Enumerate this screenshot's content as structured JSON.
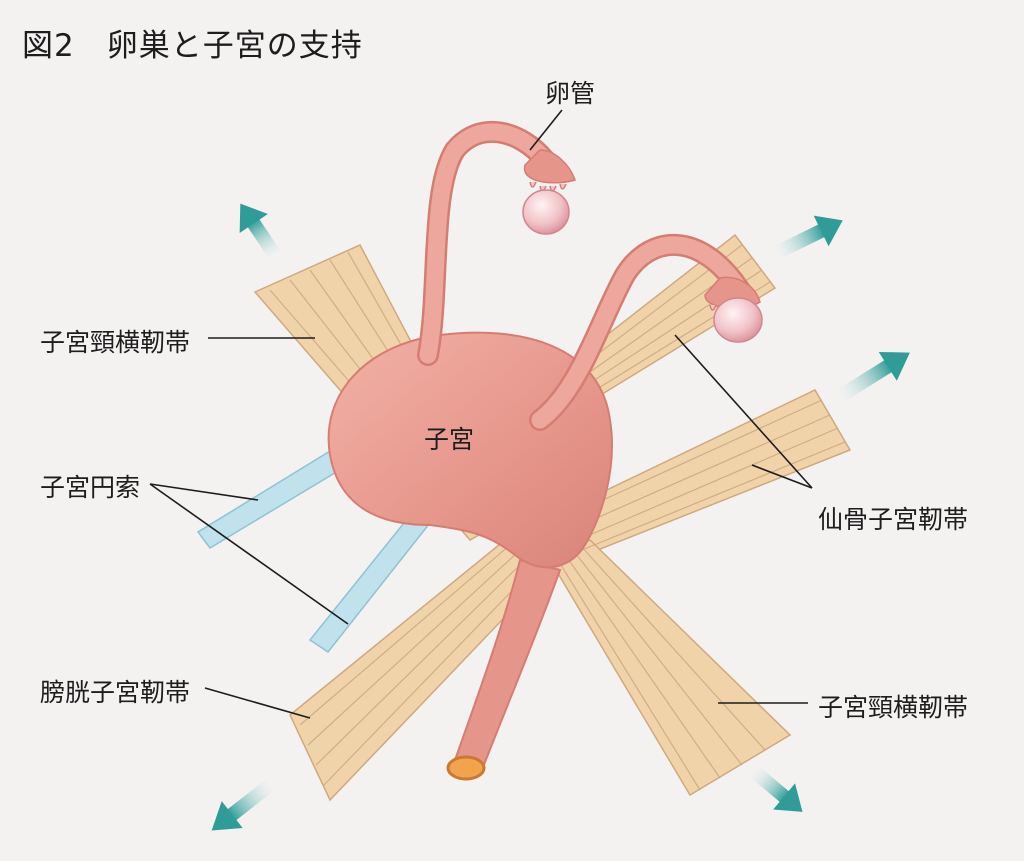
{
  "title": "図2　卵巣と子宮の支持",
  "labels": {
    "oviduct": "卵管",
    "uterus": "子宮",
    "cervical_transverse_ligament_left": "子宮頸横靭帯",
    "round_ligament": "子宮円索",
    "vesicouterine_ligament": "膀胱子宮靭帯",
    "sacrouterine_ligament": "仙骨子宮靭帯",
    "cervical_transverse_ligament_right": "子宮頸横靭帯"
  },
  "colors": {
    "uterus": "#e6958a",
    "uterus_outline": "#d47d73",
    "ovary": "#f0c8cc",
    "ligament": "#f1d3aa",
    "ligament_lines": "#c9a57a",
    "round_ligament": "#bfe2ec",
    "arrow": "#2f9c98",
    "text": "#1d1d1d"
  }
}
